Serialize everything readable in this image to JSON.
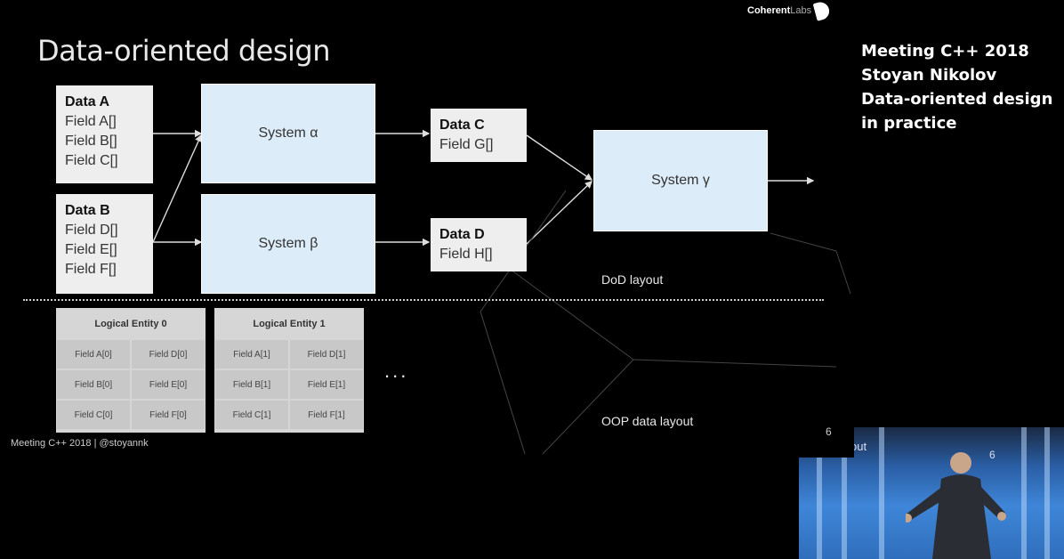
{
  "slide": {
    "title": "Data-oriented design",
    "footer": "Meeting C++ 2018 | @stoyannk"
  },
  "logo": {
    "name": "Coherent",
    "suffix": "Labs"
  },
  "side_caption": {
    "lines": [
      "Meeting C++ 2018",
      "Stoyan Nikolov",
      "Data-oriented design",
      "in practice"
    ]
  },
  "diagram": {
    "data_a": {
      "title": "Data A",
      "fields": [
        "Field A[]",
        "Field B[]",
        "Field C[]"
      ]
    },
    "data_b": {
      "title": "Data B",
      "fields": [
        "Field D[]",
        "Field E[]",
        "Field F[]"
      ]
    },
    "system_alpha": "System α",
    "system_beta": "System β",
    "data_c": {
      "title": "Data C",
      "fields": [
        "Field G[]"
      ]
    },
    "data_d": {
      "title": "Data D",
      "fields": [
        "Field H[]"
      ]
    },
    "system_gamma": "System γ",
    "dod_label": "DoD layout",
    "oop_label": "OOP data layout",
    "entity0": {
      "title": "Logical Entity 0",
      "cells": [
        "Field A[0]",
        "Field D[0]",
        "Field B[0]",
        "Field E[0]",
        "Field C[0]",
        "Field F[0]"
      ]
    },
    "entity1": {
      "title": "Logical Entity 1",
      "cells": [
        "Field A[1]",
        "Field D[1]",
        "Field B[1]",
        "Field E[1]",
        "Field C[1]",
        "Field F[1]"
      ]
    },
    "ellipsis": "..."
  },
  "video": {
    "caption": "out",
    "number": "6",
    "corner": "6"
  }
}
